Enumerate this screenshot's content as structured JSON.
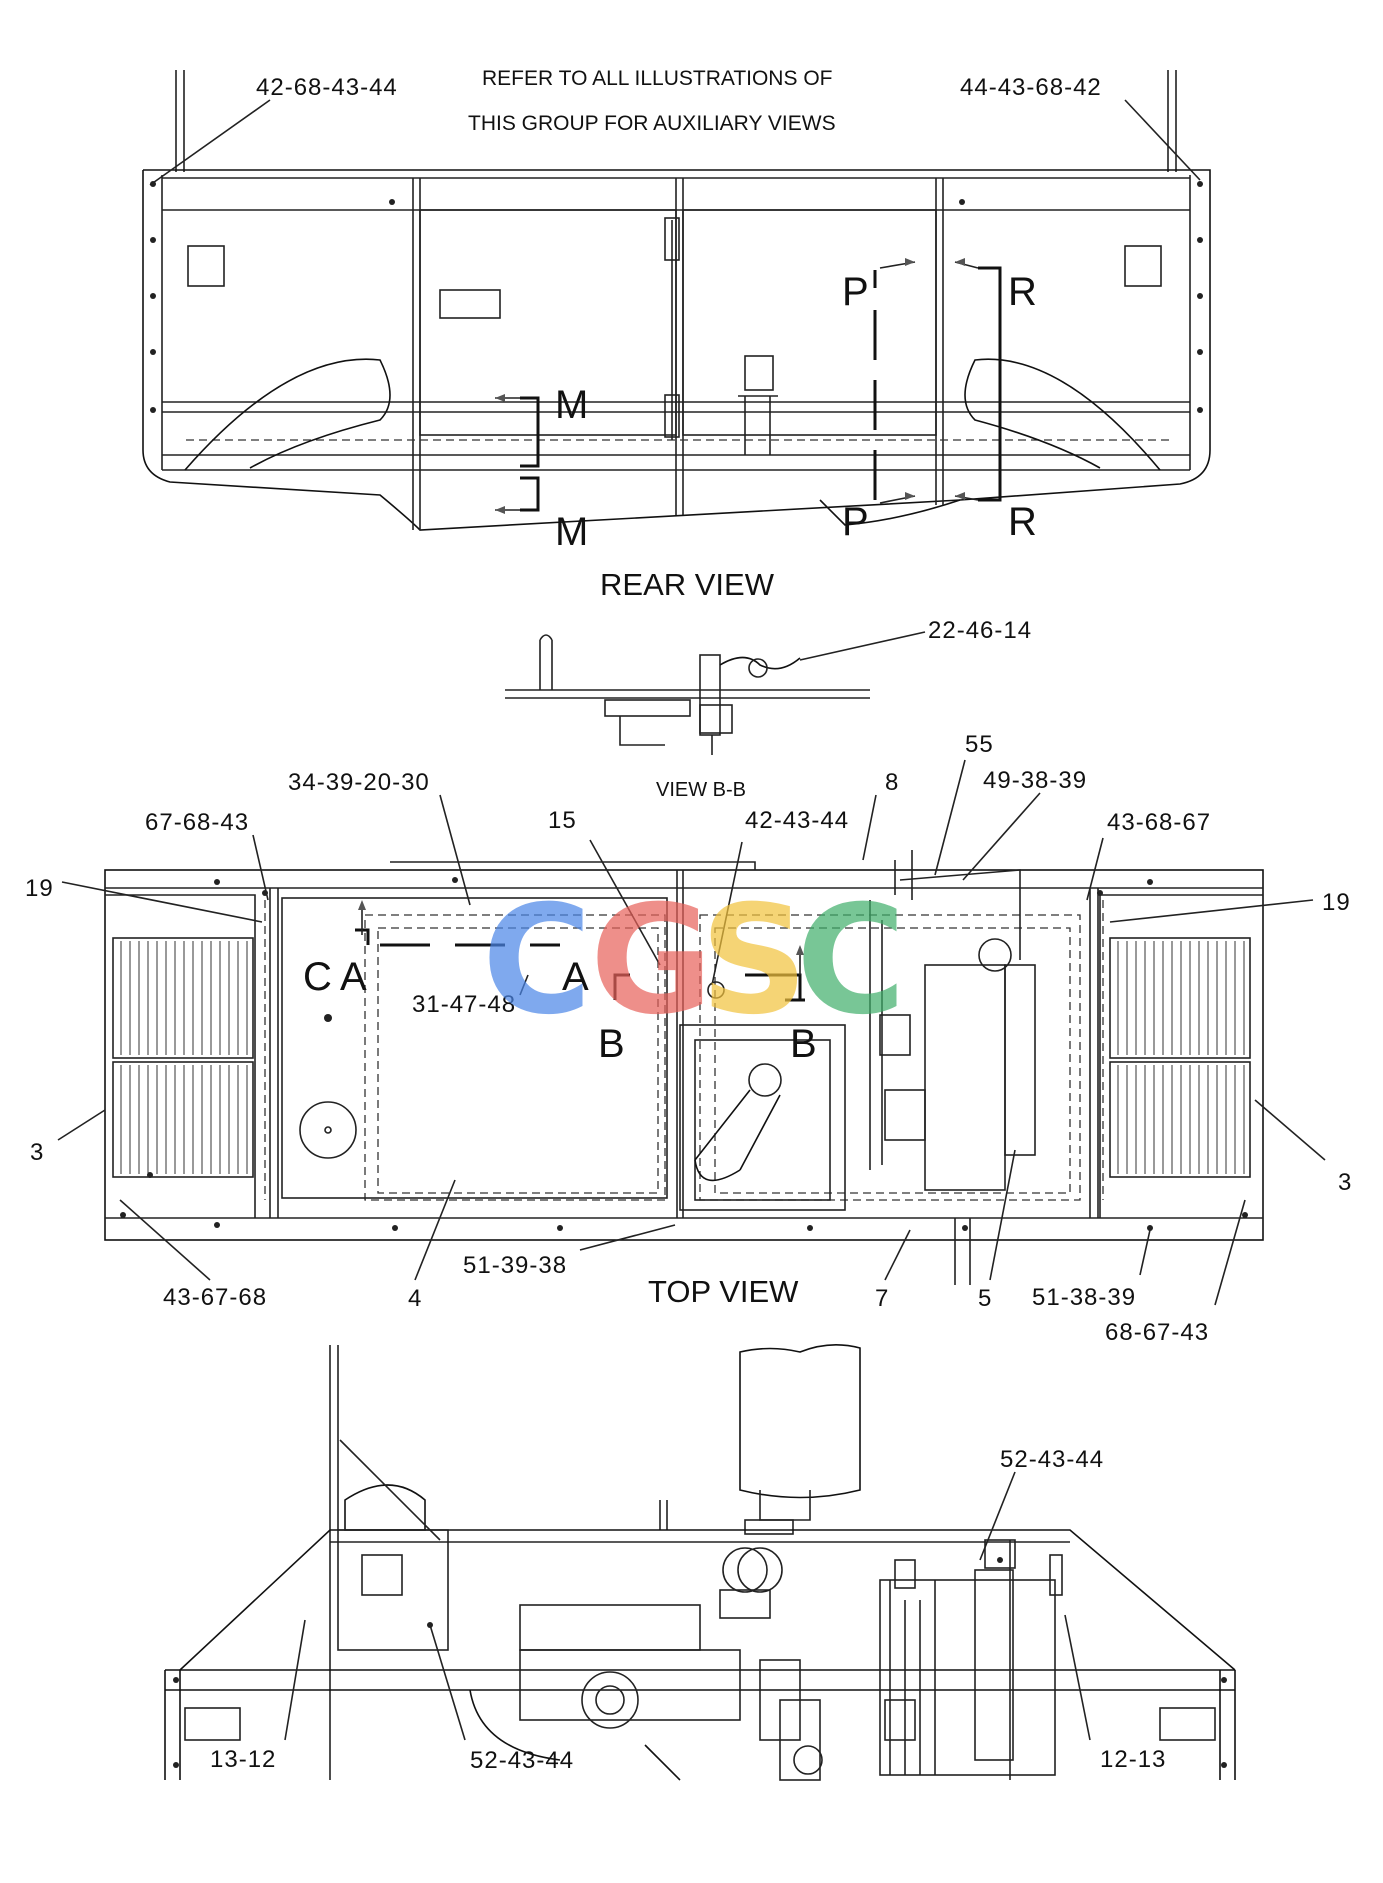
{
  "note": {
    "line1": "REFER TO ALL ILLUSTRATIONS OF",
    "line2": "THIS GROUP FOR AUXILIARY VIEWS"
  },
  "views": {
    "rear": "REAR VIEW",
    "view_bb": "VIEW  B-B",
    "top": "TOP VIEW"
  },
  "section_marks": {
    "M": "M",
    "P": "P",
    "R": "R",
    "A": "A",
    "B": "B",
    "C": "C"
  },
  "callouts": {
    "rear_left": "42-68-43-44",
    "rear_right": "44-43-68-42",
    "bb": "22-46-14",
    "c55": "55",
    "c8": "8",
    "c49": "49-38-39",
    "c34": "34-39-20-30",
    "c15": "15",
    "c42": "42-43-44",
    "c67_left": "67-68-43",
    "c43_right": "43-68-67",
    "c19_left": "19",
    "c19_right": "19",
    "c31": "31-47-48",
    "c3_left": "3",
    "c3_right": "3",
    "c43_bottom_left": "43-67-68",
    "c4": "4",
    "c51_39_38": "51-39-38",
    "c7": "7",
    "c5": "5",
    "c51_38_39": "51-38-39",
    "c68_67_43": "68-67-43",
    "c52_top": "52-43-44",
    "c13_12": "13-12",
    "c52_bottom": "52-43-44",
    "c12_13": "12-13"
  },
  "watermark": {
    "letters": [
      "C",
      "G",
      "S",
      "C"
    ],
    "colors": [
      "#4a86e8",
      "#e8615a",
      "#f2c23c",
      "#3fae6a"
    ]
  }
}
